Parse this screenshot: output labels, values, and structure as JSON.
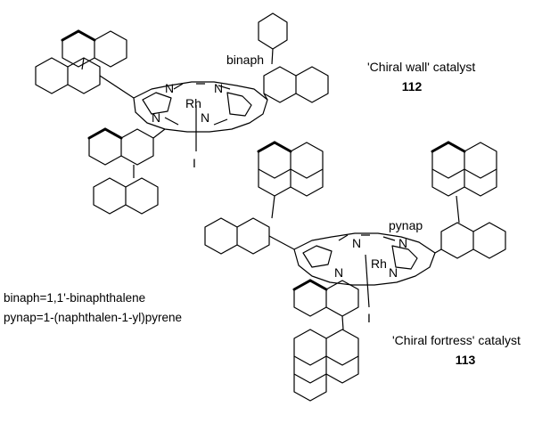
{
  "catalysts": [
    {
      "name": "'Chiral wall' catalyst",
      "number": "112",
      "substituent_label": "binaph",
      "metal": "Rh",
      "ligand": "I",
      "nitrogen": "N"
    },
    {
      "name": "'Chiral fortress' catalyst",
      "number": "113",
      "substituent_label": "pynap",
      "metal": "Rh",
      "ligand": "I",
      "nitrogen": "N"
    }
  ],
  "definitions": [
    "binaph=1,1'-binaphthalene",
    "pynap=1-(naphthalen-1-yl)pyrene"
  ]
}
